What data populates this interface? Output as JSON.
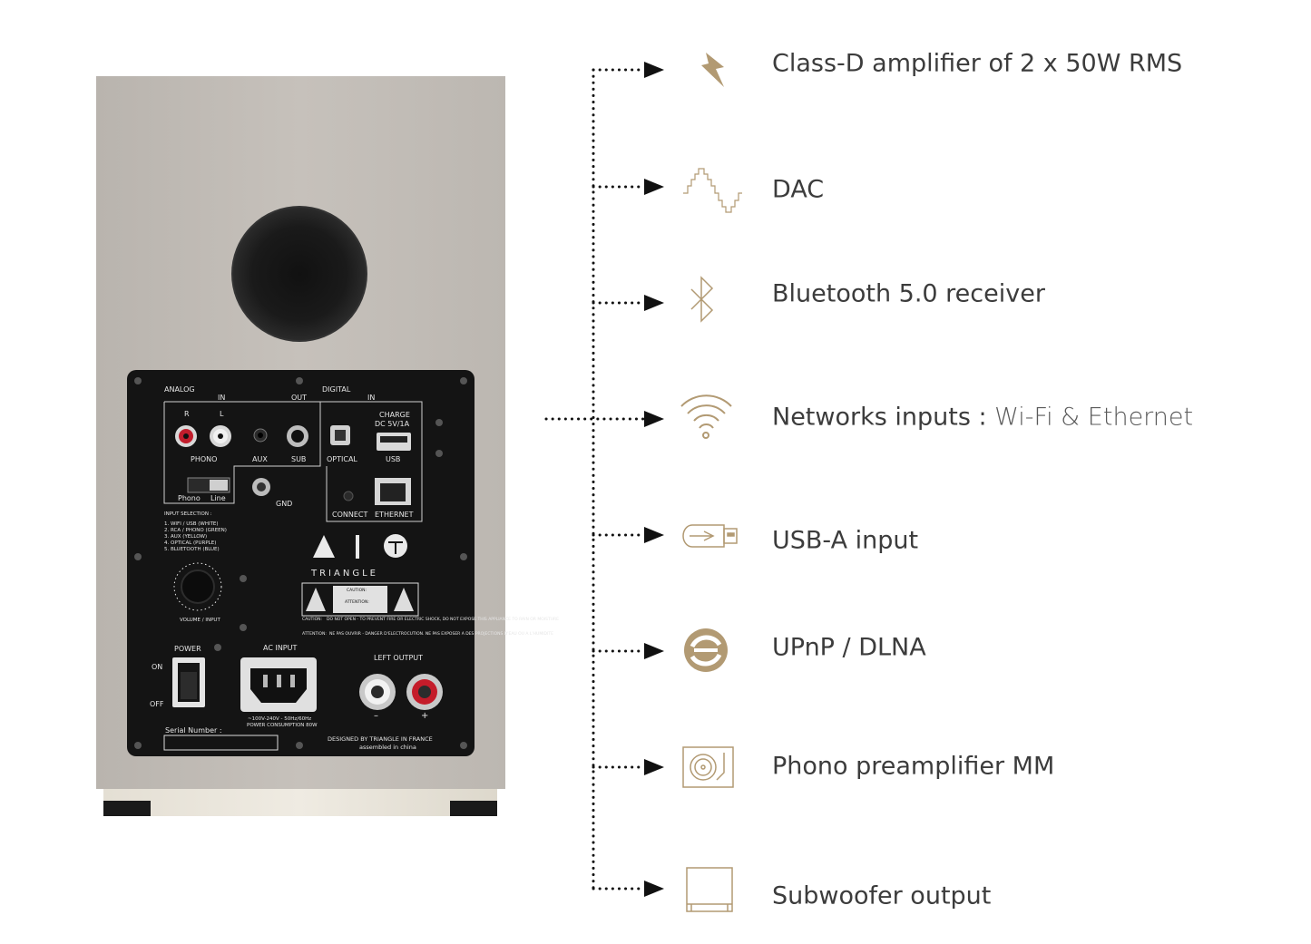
{
  "colors": {
    "accent": "#b29a73",
    "text": "#3c3c3c",
    "cabinet": "#c2bdb7",
    "panel": "#141414"
  },
  "panel": {
    "analog": "ANALOG",
    "in": "IN",
    "out": "OUT",
    "digital": "DIGITAL",
    "in2": "IN",
    "r": "R",
    "l": "L",
    "aux": "AUX",
    "sub": "SUB",
    "optical": "OPTICAL",
    "charge": "CHARGE",
    "dc": "DC  5V/1A",
    "usb": "USB",
    "phono": "PHONO",
    "phono_opt": "Phono",
    "line_opt": "Line",
    "gnd": "GND",
    "connect": "CONNECT",
    "ethernet": "ETHERNET",
    "input_selection": "INPUT SELECTION :",
    "inputs": [
      "1. WIFI / USB (WHITE)",
      "2. RCA / PHONO (GREEN)",
      "3. AUX (YELLOW)",
      "4. OPTICAL (PURPLE)",
      "5. BLUETOOTH (BLUE)"
    ],
    "brand": "TRIANGLE",
    "caution": "CAUTION:",
    "attention": "ATTENTION:",
    "caution_text": "DO NOT OPEN - TO PREVENT FIRE OR ELECTRIC SHOCK, DO NOT EXPOSE THIS APPLIANCE TO RAIN OR MOISTURE",
    "attention_text": "NE PAS OUVRIR - DANGER D'ELECTROCUTION. NE PAS EXPOSER A DES PROJECTIONS D'EAU OU A L'HUMIDITE",
    "volume": "VOLUME / INPUT",
    "power": "POWER",
    "on": "ON",
    "off": "OFF",
    "ac_input": "AC INPUT",
    "ac_spec": "~100V-240V - 50Hz/60Hz",
    "consumption": "POWER CONSUMPTION 80W",
    "left_output": "LEFT OUTPUT",
    "minus": "–",
    "plus": "+",
    "serial": "Serial Number :",
    "designed": "DESIGNED BY TRIANGLE IN FRANCE",
    "assembled": "assembled in china"
  },
  "features": [
    {
      "icon": "lightning-icon",
      "label": "Class-D amplifier of 2 x 50W RMS"
    },
    {
      "icon": "waveform-icon",
      "label": "DAC"
    },
    {
      "icon": "bluetooth-icon",
      "label": "Bluetooth 5.0 receiver"
    },
    {
      "icon": "wifi-icon",
      "label": "Networks inputs :",
      "label_light": " Wi-Fi  &  Ethernet"
    },
    {
      "icon": "usb-stick-icon",
      "label": "USB-A input"
    },
    {
      "icon": "dlna-icon",
      "label": "UPnP / DLNA"
    },
    {
      "icon": "turntable-icon",
      "label": "Phono preamplifier MM"
    },
    {
      "icon": "subwoofer-icon",
      "label": "Subwoofer output"
    }
  ]
}
